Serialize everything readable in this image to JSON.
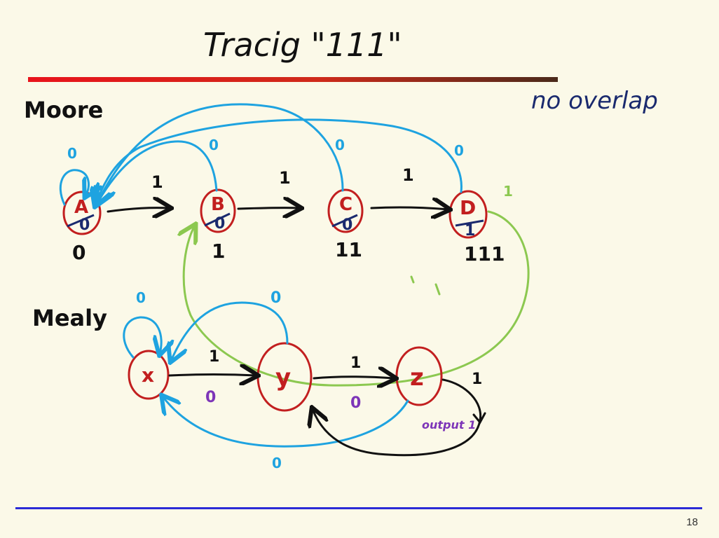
{
  "slide": {
    "title": "Tracig \"111\"",
    "note": "no overlap",
    "page_number": "18",
    "colors": {
      "background": "#fbf9e8",
      "title_bar_start": "#e8141b",
      "title_bar_end": "#4a2a1a",
      "footer_line": "#2b2bd6",
      "state_red": "#c21f1f",
      "cyan": "#1ea3e0",
      "green": "#8cc850",
      "purple": "#7d35b8",
      "navy": "#1a2a6e"
    }
  },
  "moore": {
    "label": "Moore",
    "states": [
      {
        "name": "A",
        "output": "0",
        "seen": "0",
        "self_loop": "0"
      },
      {
        "name": "B",
        "output": "0",
        "seen": "1",
        "back_label": "0"
      },
      {
        "name": "C",
        "output": "0",
        "seen": "11",
        "back_label": "0"
      },
      {
        "name": "D",
        "output": "1",
        "seen": "111",
        "back_label": "0"
      }
    ],
    "forward_labels": [
      "1",
      "1",
      "1"
    ],
    "green_label": "1"
  },
  "mealy": {
    "label": "Mealy",
    "states": [
      {
        "name": "x",
        "self_loop": "0"
      },
      {
        "name": "y",
        "back_label": "0"
      },
      {
        "name": "z",
        "back_label": "0"
      }
    ],
    "forward": [
      {
        "input": "1",
        "output": "0"
      },
      {
        "input": "1",
        "output": "0"
      }
    ],
    "z_transition": {
      "input": "1",
      "output_note": "output 1"
    }
  }
}
